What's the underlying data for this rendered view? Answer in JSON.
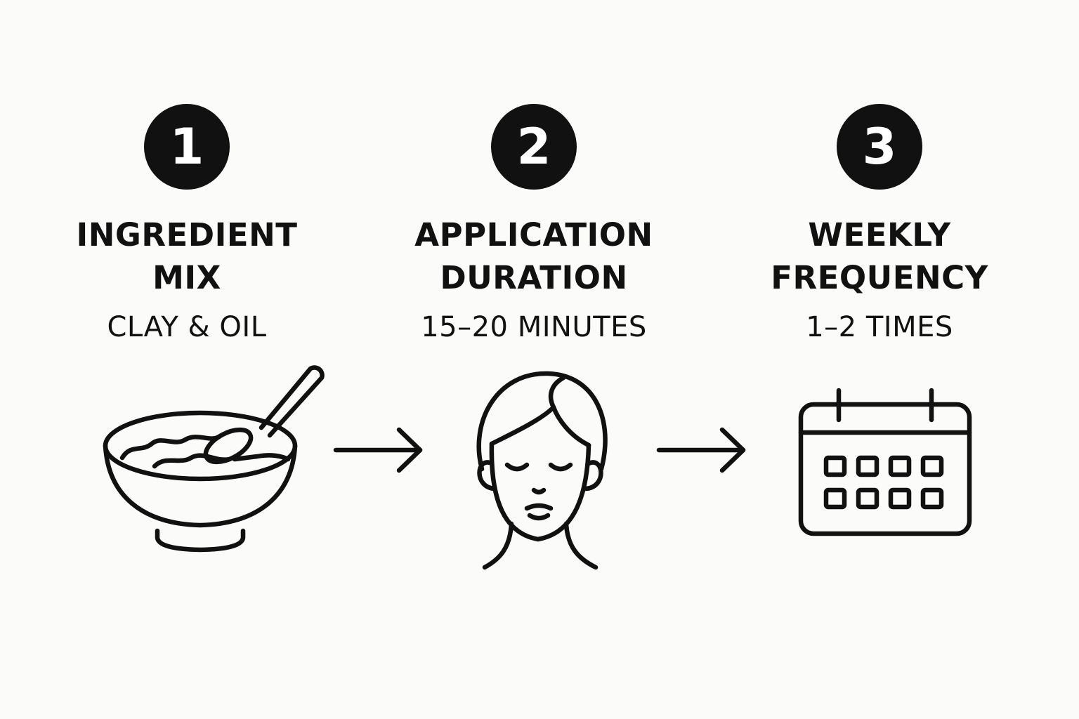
{
  "steps": [
    {
      "number": "1",
      "title_line1": "INGREDIENT",
      "title_line2": "MIX",
      "subtitle": "CLAY & OIL",
      "icon": "bowl-with-spoon-icon"
    },
    {
      "number": "2",
      "title_line1": "APPLICATION",
      "title_line2": "DURATION",
      "subtitle": "15–20 MINUTES",
      "icon": "face-icon"
    },
    {
      "number": "3",
      "title_line1": "WEEKLY",
      "title_line2": "FREQUENCY",
      "subtitle": "1–2 TIMES",
      "icon": "calendar-icon"
    }
  ],
  "connectors": [
    "arrow-right-icon",
    "arrow-right-icon"
  ],
  "colors": {
    "ink": "#111111",
    "background": "#fbfbf9",
    "badge_text": "#ffffff"
  }
}
